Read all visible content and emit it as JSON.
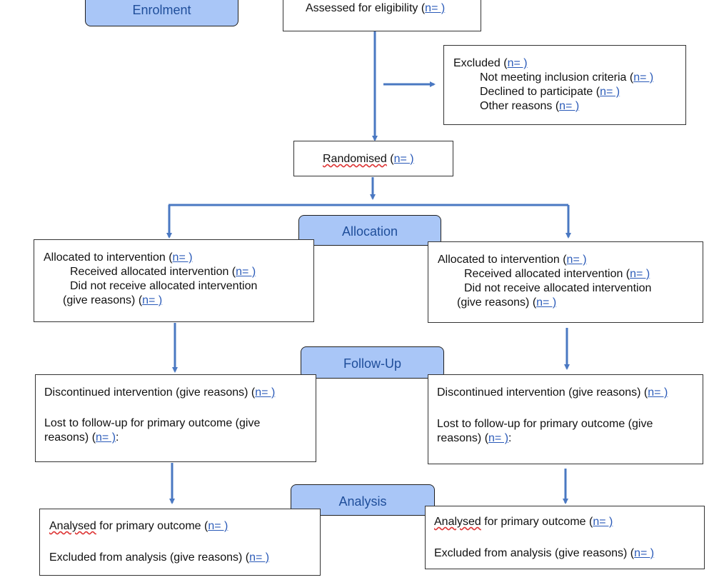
{
  "stages": {
    "enrolment": "Enrolment",
    "allocation": "Allocation",
    "follow_up": "Follow-Up",
    "analysis": "Analysis"
  },
  "n_label": "n= )",
  "assessed": {
    "text": "Assessed for eligibility ("
  },
  "excluded": {
    "title": "Excluded (",
    "items": [
      "Not meeting inclusion criteria (",
      "Declined to participate (",
      "Other reasons ("
    ]
  },
  "randomised": {
    "word": "Randomised",
    "rest": " ("
  },
  "allocation_box": {
    "line1": "Allocated to intervention (",
    "line2": "Received allocated intervention (",
    "line3": "Did not receive allocated intervention",
    "line4": "(give reasons) ("
  },
  "followup_box": {
    "line1": "Discontinued intervention (give reasons) (",
    "line2": "Lost to follow-up for primary outcome (give",
    "line3": "reasons) (",
    "line3_end": ":"
  },
  "analysis_box": {
    "analysed_word": "Analysed",
    "analysed_rest": " for primary outcome (",
    "excluded": "Excluded from analysis (give reasons) ("
  },
  "colors": {
    "arrow": "#4a78c2",
    "stage_fill": "#a9c6f7",
    "stage_text": "#1f4e9a",
    "n_text": "#2a5ab8"
  }
}
